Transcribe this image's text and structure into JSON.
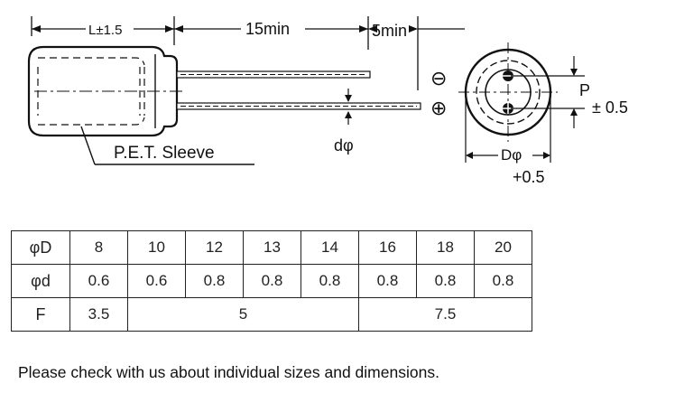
{
  "drawing": {
    "body_length_label": "L±1.5",
    "lead_length_label": "15min",
    "lead_gap_label": "5min",
    "sleeve_label": "P.E.T. Sleeve",
    "lead_dia_label": "dφ",
    "minus_symbol": "⊖",
    "plus_symbol": "⊕",
    "pitch_label": "P",
    "pitch_tol_label": "± 0.5",
    "dia_label": "Dφ",
    "dia_tol_label": "+0.5"
  },
  "table": {
    "rows": [
      {
        "header": "φD",
        "cells": [
          {
            "text": "8",
            "span": 1
          },
          {
            "text": "10",
            "span": 1
          },
          {
            "text": "12",
            "span": 1
          },
          {
            "text": "13",
            "span": 1
          },
          {
            "text": "14",
            "span": 1
          },
          {
            "text": "16",
            "span": 1
          },
          {
            "text": "18",
            "span": 1
          },
          {
            "text": "20",
            "span": 1
          }
        ]
      },
      {
        "header": "φd",
        "cells": [
          {
            "text": "0.6",
            "span": 1
          },
          {
            "text": "0.6",
            "span": 1
          },
          {
            "text": "0.8",
            "span": 1
          },
          {
            "text": "0.8",
            "span": 1
          },
          {
            "text": "0.8",
            "span": 1
          },
          {
            "text": "0.8",
            "span": 1
          },
          {
            "text": "0.8",
            "span": 1
          },
          {
            "text": "0.8",
            "span": 1
          }
        ]
      },
      {
        "header": "F",
        "cells": [
          {
            "text": "3.5",
            "span": 1
          },
          {
            "text": "5",
            "span": 4
          },
          {
            "text": "7.5",
            "span": 3
          }
        ]
      }
    ]
  },
  "note": "Please check with us about individual sizes and dimensions."
}
